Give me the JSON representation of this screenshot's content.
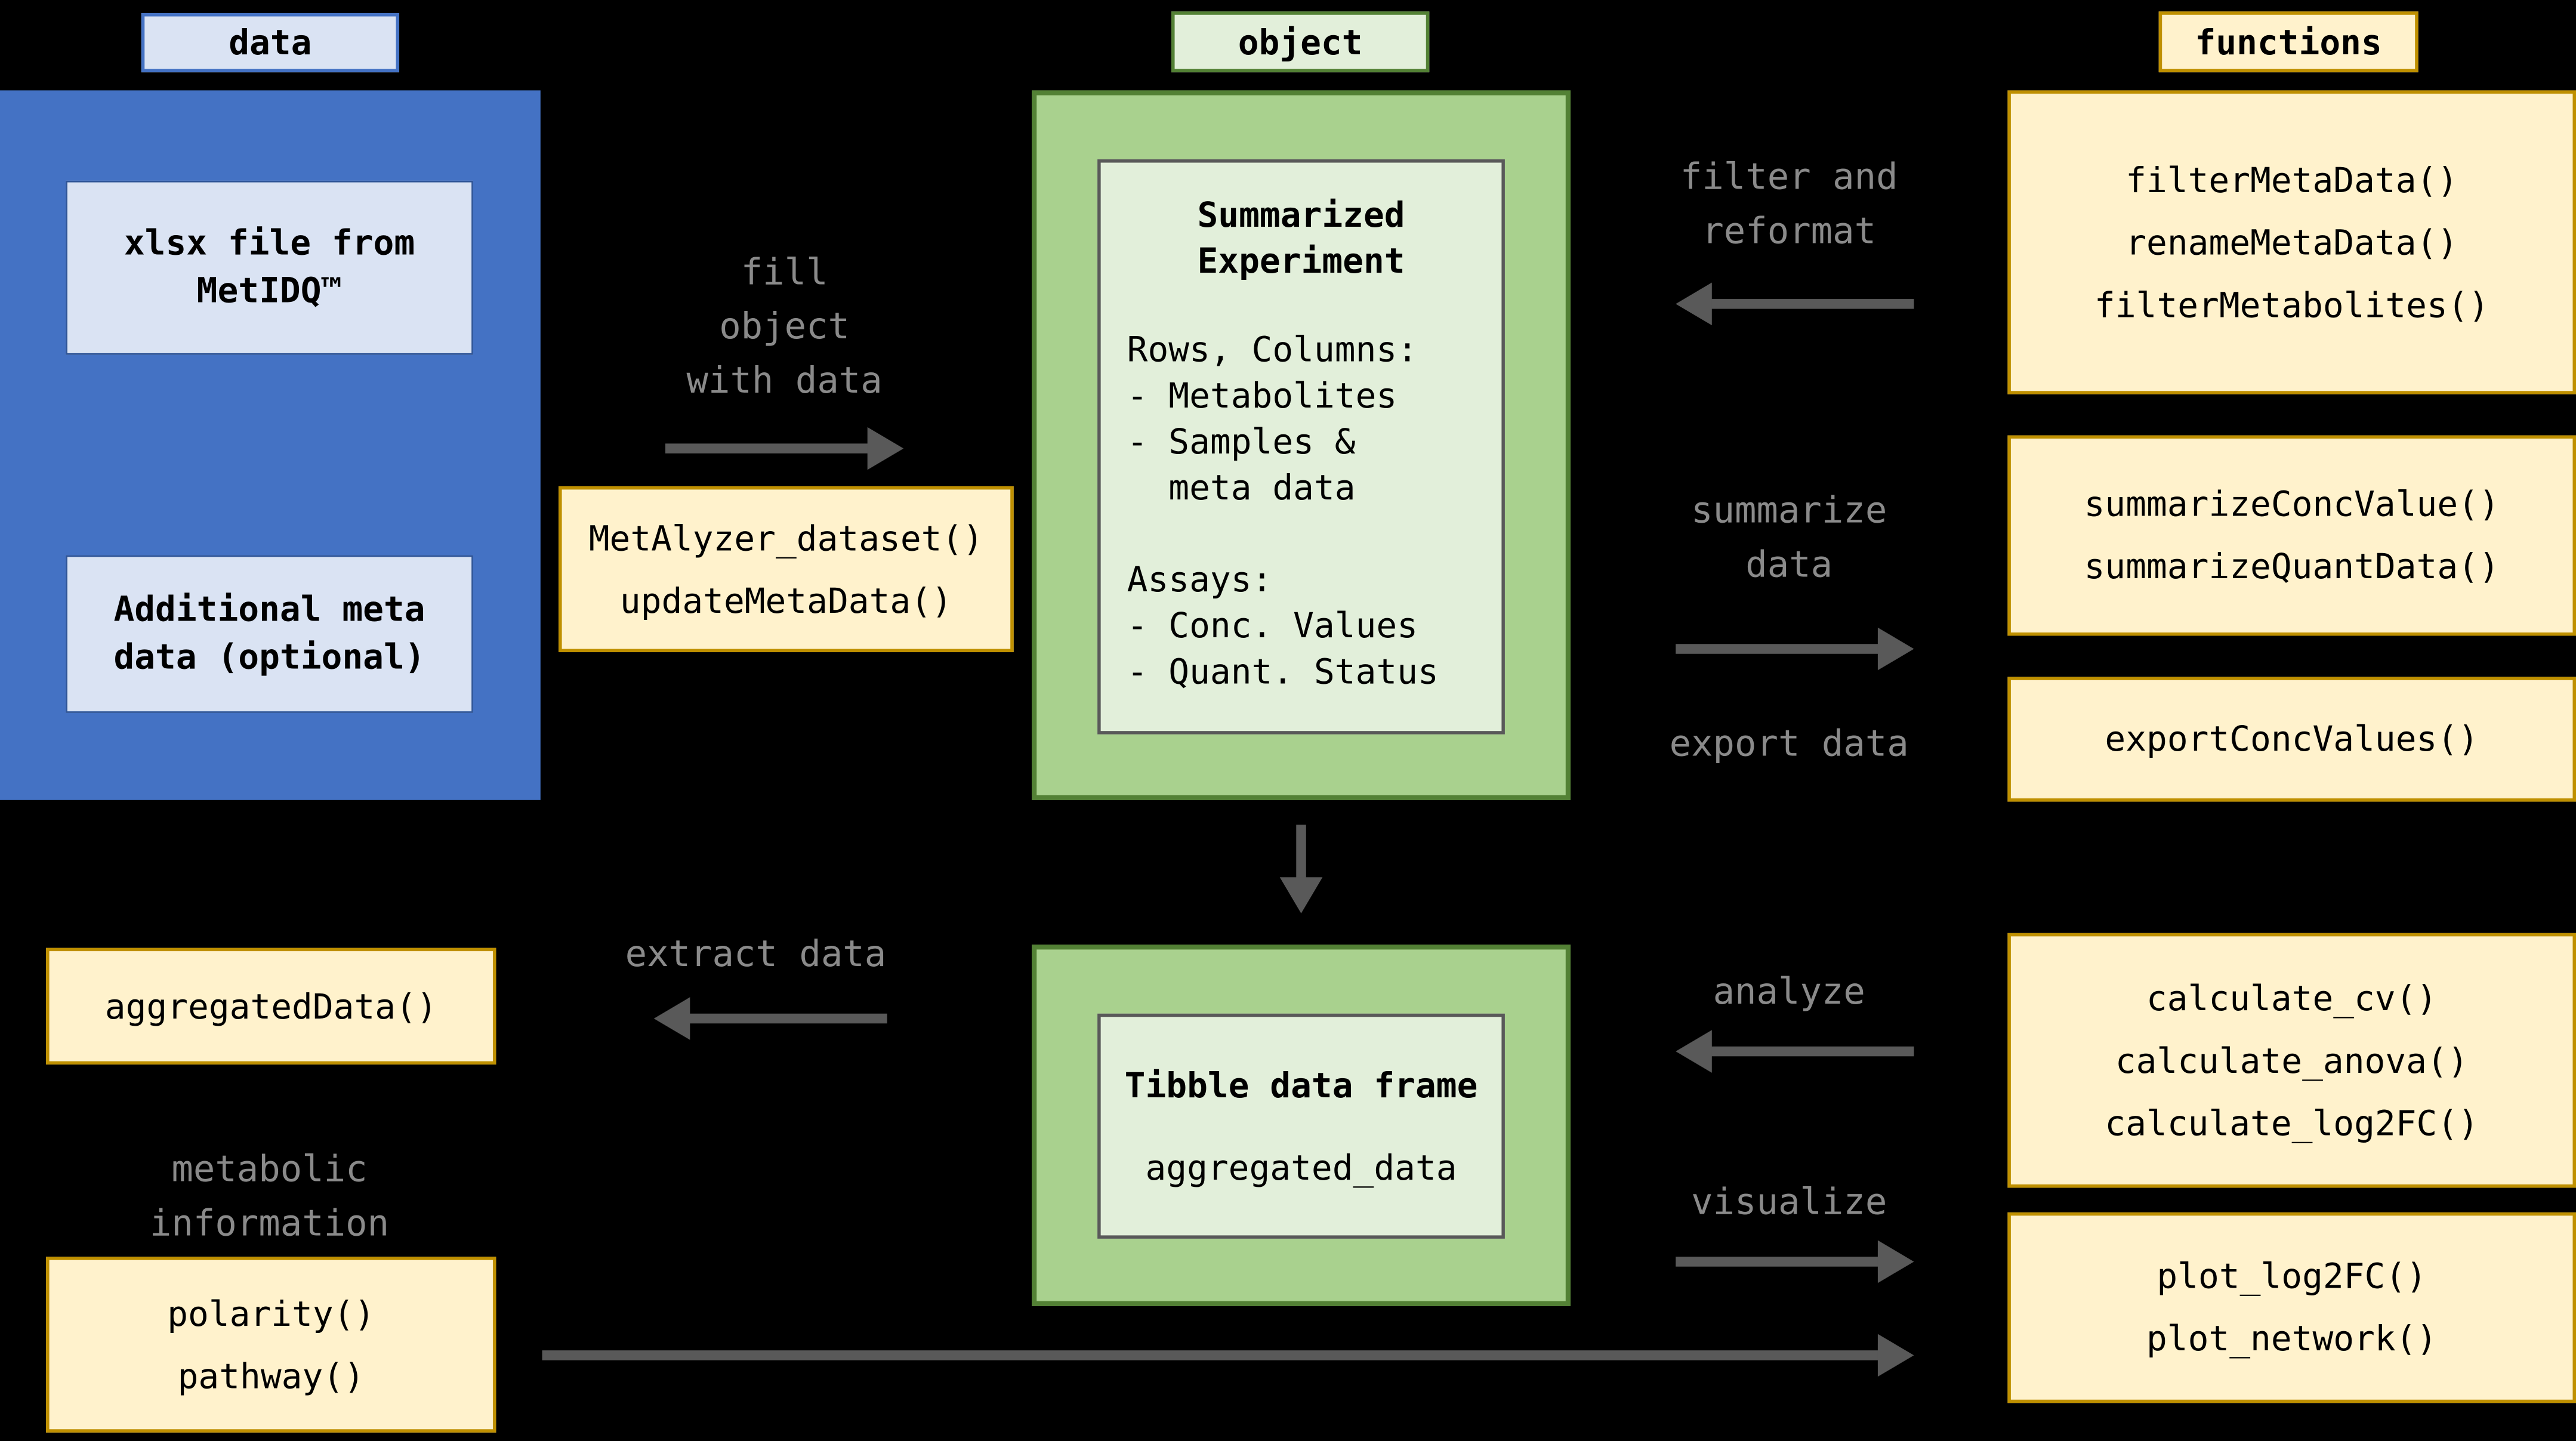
{
  "headers": {
    "data": "data",
    "object": "object",
    "functions": "functions"
  },
  "data_panel": {
    "xlsx_box": "xlsx file from\nMetIDQ™",
    "meta_box": "Additional meta\ndata (optional)"
  },
  "fill_flow": {
    "label": "fill\nobject\nwith data",
    "fns": [
      "MetAlyzer_dataset()",
      "updateMetaData()"
    ]
  },
  "summarized_experiment": {
    "title": "Summarized\nExperiment",
    "body": "Rows, Columns:\n- Metabolites\n- Samples &\n  meta data\n\nAssays:\n- Conc. Values\n- Quant. Status"
  },
  "tibble": {
    "title": "Tibble data frame",
    "value": "aggregated_data"
  },
  "flows": {
    "filter": {
      "label": "filter and\nreformat",
      "fns": [
        "filterMetaData()",
        "renameMetaData()",
        "filterMetabolites()"
      ]
    },
    "summarize": {
      "label": "summarize\ndata",
      "fns": [
        "summarizeConcValue()",
        "summarizeQuantData()"
      ]
    },
    "export": {
      "label": "export data",
      "fns": [
        "exportConcValues()"
      ]
    },
    "analyze": {
      "label": "analyze",
      "fns": [
        "calculate_cv()",
        "calculate_anova()",
        "calculate_log2FC()"
      ]
    },
    "visualize": {
      "label": "visualize",
      "fns": [
        "plot_log2FC()",
        "plot_network()"
      ]
    }
  },
  "extract_flow": {
    "label": "extract data",
    "fns": [
      "aggregatedData()"
    ]
  },
  "metabolic_flow": {
    "label": "metabolic\ninformation",
    "fns": [
      "polarity()",
      "pathway()"
    ]
  },
  "colors": {
    "background": "#000000",
    "blue_fill": "#4472c4",
    "blue_light": "#dae3f3",
    "blue_border": "#2f5597",
    "green_fill": "#a9d18e",
    "green_light": "#e2efda",
    "green_border": "#538135",
    "yellow_fill": "#fff2cc",
    "yellow_border": "#bf9000",
    "arrow_gray": "#595959",
    "label_gray": "#8a8a8a"
  }
}
